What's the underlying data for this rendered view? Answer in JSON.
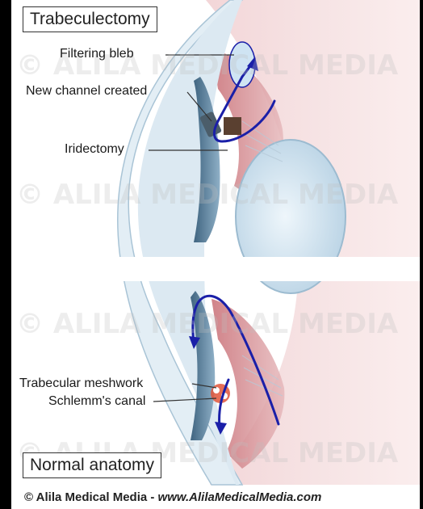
{
  "diagram": {
    "top_title": "Trabeculectomy",
    "bottom_title": "Normal anatomy",
    "callouts": {
      "filtering_bleb": "Filtering bleb",
      "new_channel": "New channel created",
      "iridectomy": "Iridectomy",
      "trabecular_meshwork": "Trabecular meshwork",
      "schlemms_canal": "Schlemm's canal"
    },
    "footer": {
      "credit": "© Alila Medical Media - ",
      "url": "www.AlilaMedicalMedia.com"
    },
    "watermark": "© ALILA MEDICAL MEDIA",
    "colors": {
      "flow_arrow": "#1a1fa8",
      "sclera": "#e8c8cc",
      "cornea": "#cfe0ec",
      "iris": "#5a7d96"
    }
  }
}
